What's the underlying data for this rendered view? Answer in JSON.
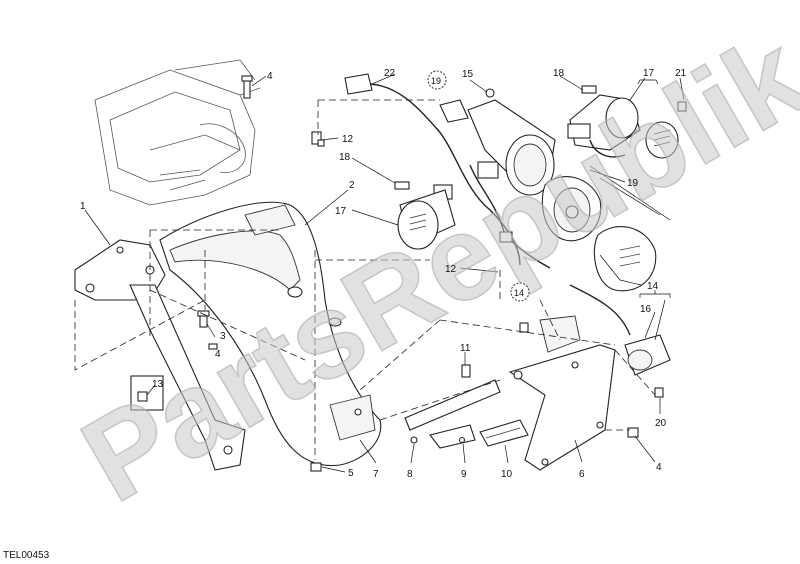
{
  "diagram_code": "TEL00453",
  "watermark": "PartsRepublik",
  "callouts": [
    {
      "id": "c1",
      "text": "1"
    },
    {
      "id": "c2",
      "text": "2"
    },
    {
      "id": "c3",
      "text": "3"
    },
    {
      "id": "c4a",
      "text": "4"
    },
    {
      "id": "c4b",
      "text": "4"
    },
    {
      "id": "c4c",
      "text": "4"
    },
    {
      "id": "c5",
      "text": "5"
    },
    {
      "id": "c6",
      "text": "6"
    },
    {
      "id": "c7",
      "text": "7"
    },
    {
      "id": "c8",
      "text": "8"
    },
    {
      "id": "c9",
      "text": "9"
    },
    {
      "id": "c10",
      "text": "10"
    },
    {
      "id": "c11",
      "text": "11"
    },
    {
      "id": "c12a",
      "text": "12"
    },
    {
      "id": "c12b",
      "text": "12"
    },
    {
      "id": "c13",
      "text": "13"
    },
    {
      "id": "c14",
      "text": "14"
    },
    {
      "id": "c15",
      "text": "15"
    },
    {
      "id": "c16",
      "text": "16"
    },
    {
      "id": "c17a",
      "text": "17"
    },
    {
      "id": "c17b",
      "text": "17"
    },
    {
      "id": "c18a",
      "text": "18"
    },
    {
      "id": "c18b",
      "text": "18"
    },
    {
      "id": "c19",
      "text": "19"
    },
    {
      "id": "c20",
      "text": "20"
    },
    {
      "id": "c21",
      "text": "21"
    },
    {
      "id": "c22",
      "text": "22"
    }
  ],
  "circled_callouts": [
    {
      "id": "k19",
      "text": "19"
    },
    {
      "id": "k14",
      "text": "14"
    }
  ]
}
